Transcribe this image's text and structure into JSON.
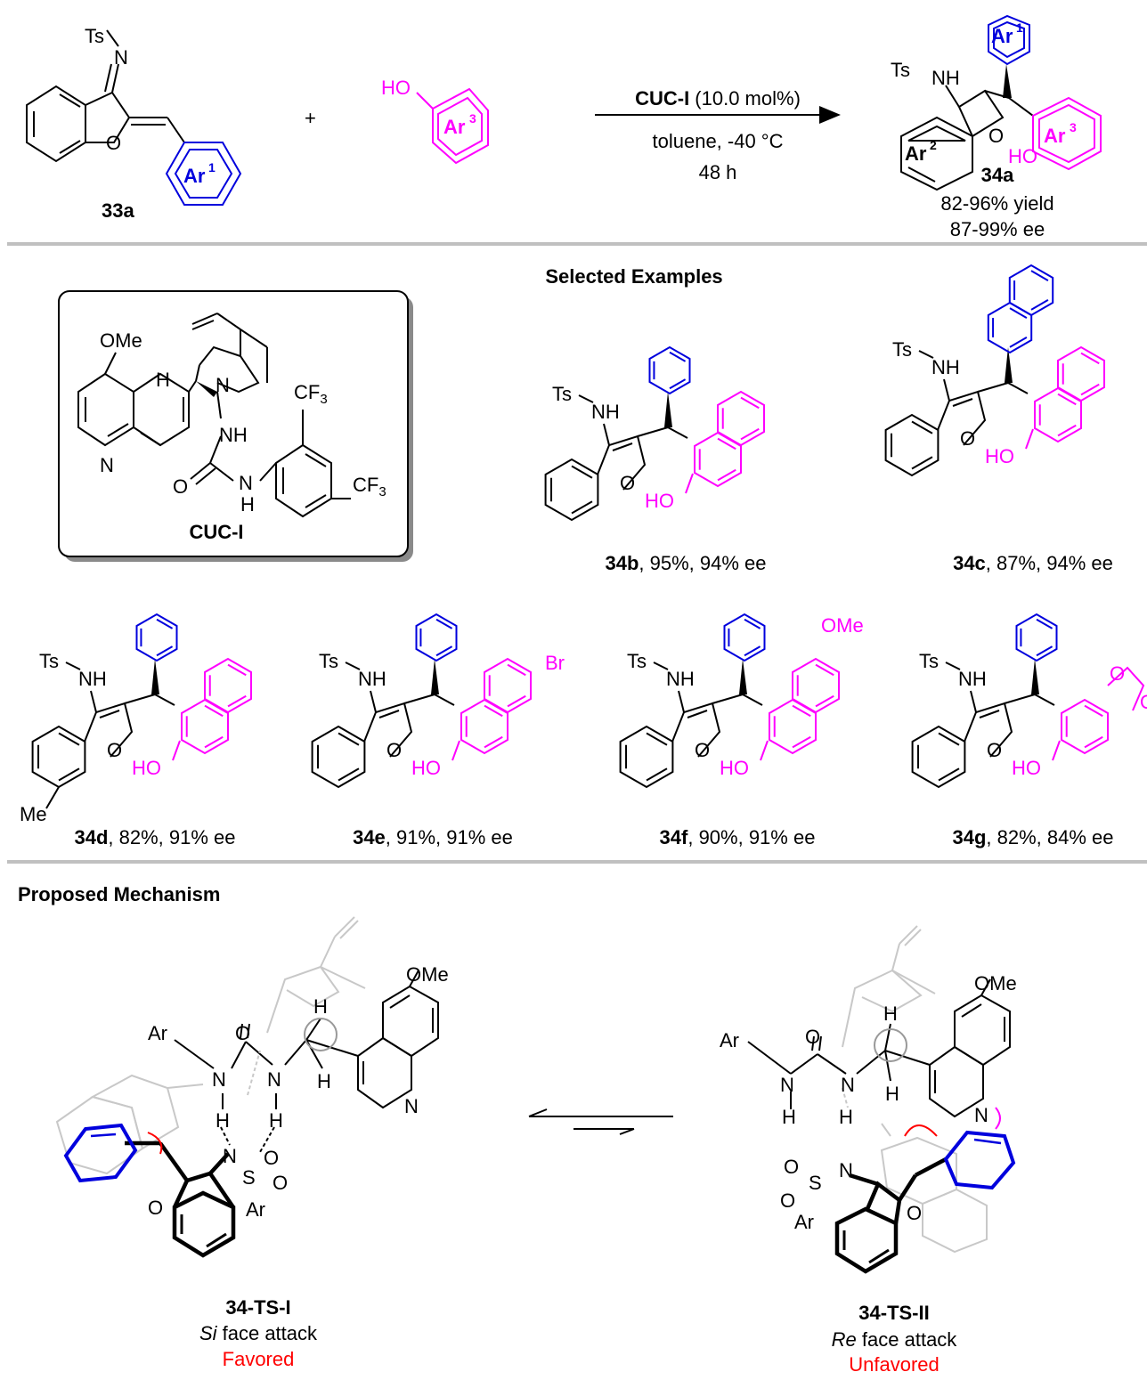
{
  "reaction": {
    "reactant1": "33a",
    "reactant2_oh": "HO",
    "plus": "+",
    "catalyst_name": "CUC-I",
    "catalyst_loading": " (10.0 mol%)",
    "solvent_temp": "toluene, -40 °C",
    "time": "48 h",
    "product": "34a",
    "yield": "82-96% yield",
    "ee": "87-99% ee",
    "labels": {
      "ts": "Ts",
      "n": "N",
      "nh": "NH",
      "o": "O",
      "ho": "HO",
      "ar1": "Ar",
      "ar2": "Ar",
      "ar3": "Ar",
      "sup1": "1",
      "sup2": "2",
      "sup3": "3"
    }
  },
  "examples": {
    "heading": "Selected Examples",
    "catalyst": {
      "name": "CUC-I",
      "ome": "OMe",
      "h": "H",
      "n": "N",
      "nh": "NH",
      "o": "O",
      "cf3": "CF",
      "sub3": "3",
      "quinN": "N"
    },
    "items": [
      {
        "id": "34b",
        "rest": ", 95%, 94% ee"
      },
      {
        "id": "34c",
        "rest": ", 87%, 94% ee"
      },
      {
        "id": "34d",
        "rest": ", 82%, 91% ee",
        "sub": "Me"
      },
      {
        "id": "34e",
        "rest": ", 91%, 91% ee",
        "sub": "Br"
      },
      {
        "id": "34f",
        "rest": ", 90%, 91% ee",
        "sub": "OMe"
      },
      {
        "id": "34g",
        "rest": ", 82%, 84% ee"
      }
    ]
  },
  "mechanism": {
    "heading": "Proposed Mechanism",
    "ts1": {
      "id": "34-TS-I",
      "face_italic": "Si",
      "face_rest": " face attack",
      "status": "Favored"
    },
    "ts2": {
      "id": "34-TS-II",
      "face_italic": "Re",
      "face_rest": " face attack",
      "status": "Unfavored"
    },
    "atoms": {
      "ar": "Ar",
      "o": "O",
      "n": "N",
      "h": "H",
      "s": "S",
      "ome": "OMe"
    }
  }
}
